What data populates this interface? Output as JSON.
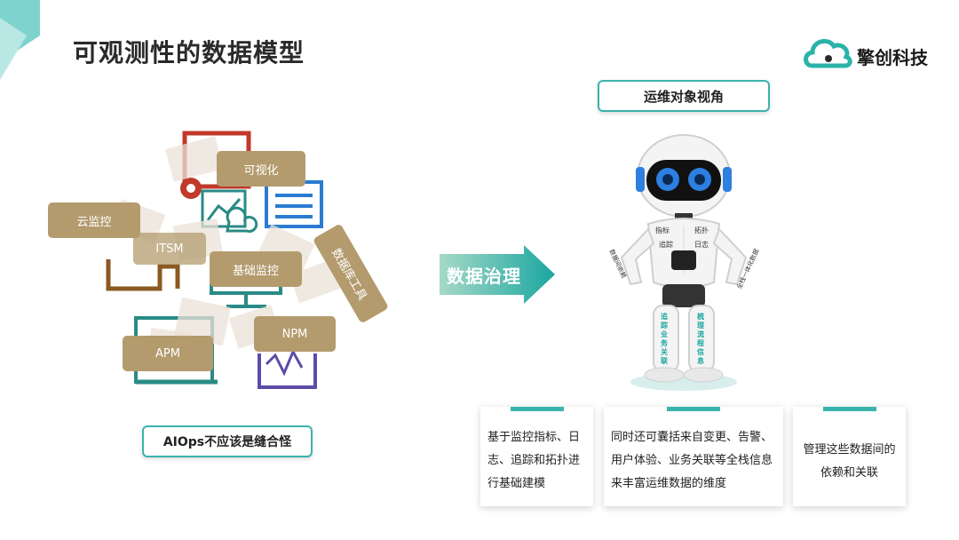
{
  "page": {
    "title": "可观测性的数据模型"
  },
  "logo": {
    "brand_name": "擎创科技"
  },
  "collage": {
    "tags": [
      "可视化",
      "云监控",
      "ITSM",
      "基础监控",
      "数据库工具",
      "NPM",
      "APM"
    ]
  },
  "caption": "AIOps不应该是缝合怪",
  "arrow_label": "数据治理",
  "right_panel": {
    "heading": "运维对象视角",
    "robot_chest": [
      "指标",
      "拓扑",
      "追踪",
      "日志"
    ],
    "robot_left_arm": "数据间依赖",
    "robot_right_arm": "全栈一体化数据",
    "robot_left_leg": "追踪业务关联",
    "robot_right_leg": "梳理流程信息"
  },
  "cards": [
    {
      "text": "基于监控指标、日志、追踪和拓扑进行基础建模"
    },
    {
      "text": "同时还可囊括来自变更、告警、用户体验、业务关联等全栈信息来丰富运维数据的维度"
    },
    {
      "text": "管理这些数据间的依赖和关联"
    }
  ],
  "colors": {
    "accent": "#3cb3ad",
    "tag": "#b39b6e",
    "title": "#2a2a2a"
  }
}
